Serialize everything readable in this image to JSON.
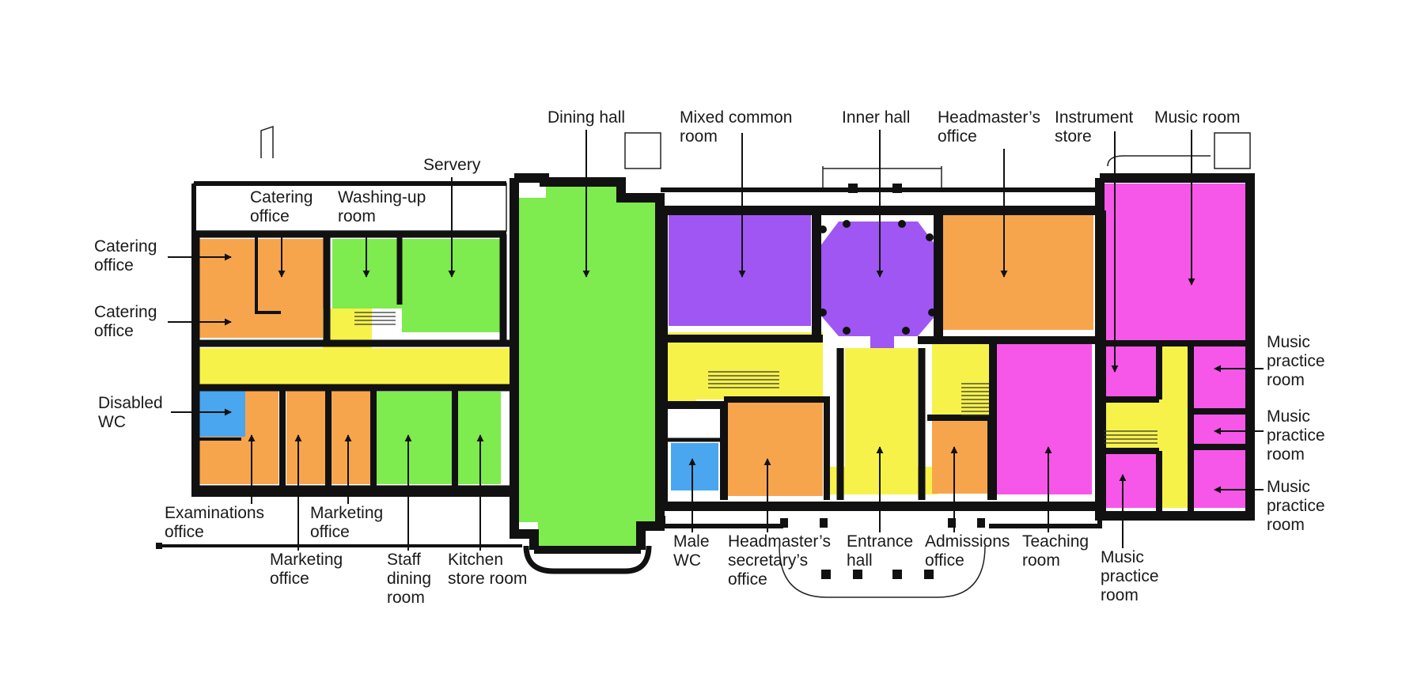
{
  "colors": {
    "office_orange": "#F7A54D",
    "kitchen_green": "#7EEB4E",
    "circulation_yellow": "#F7F24A",
    "common_purple": "#A056F2",
    "music_magenta": "#F757E8",
    "wc_blue": "#4AA6EE",
    "wall_black": "#111111"
  },
  "labels": {
    "catering_office_top": [
      "Catering",
      "office"
    ],
    "washing_up_room": [
      "Washing-up",
      "room"
    ],
    "servery": [
      "Servery"
    ],
    "catering_office_left1": [
      "Catering",
      "office"
    ],
    "catering_office_left2": [
      "Catering",
      "office"
    ],
    "disabled_wc": [
      "Disabled",
      "WC"
    ],
    "examinations_office": [
      "Examinations",
      "office"
    ],
    "marketing_office_1": [
      "Marketing",
      "office"
    ],
    "marketing_office_2": [
      "Marketing",
      "office"
    ],
    "staff_dining_room": [
      "Staff",
      "dining",
      "room"
    ],
    "kitchen_store_room": [
      "Kitchen",
      "store room"
    ],
    "dining_hall": [
      "Dining hall"
    ],
    "mixed_common_room": [
      "Mixed common",
      "room"
    ],
    "inner_hall": [
      "Inner hall"
    ],
    "headmasters_office": [
      "Headmaster’s",
      "office"
    ],
    "instrument_store": [
      "Instrument",
      "store"
    ],
    "music_room": [
      "Music room"
    ],
    "music_practice_1": [
      "Music",
      "practice",
      "room"
    ],
    "music_practice_2": [
      "Music",
      "practice",
      "room"
    ],
    "music_practice_3": [
      "Music",
      "practice",
      "room"
    ],
    "music_practice_4": [
      "Music",
      "practice",
      "room"
    ],
    "male_wc": [
      "Male",
      "WC"
    ],
    "headmasters_secretary": [
      "Headmaster’s",
      "secretary’s",
      "office"
    ],
    "entrance_hall": [
      "Entrance",
      "hall"
    ],
    "admissions_office": [
      "Admissions",
      "office"
    ],
    "teaching_room": [
      "Teaching",
      "room"
    ]
  }
}
